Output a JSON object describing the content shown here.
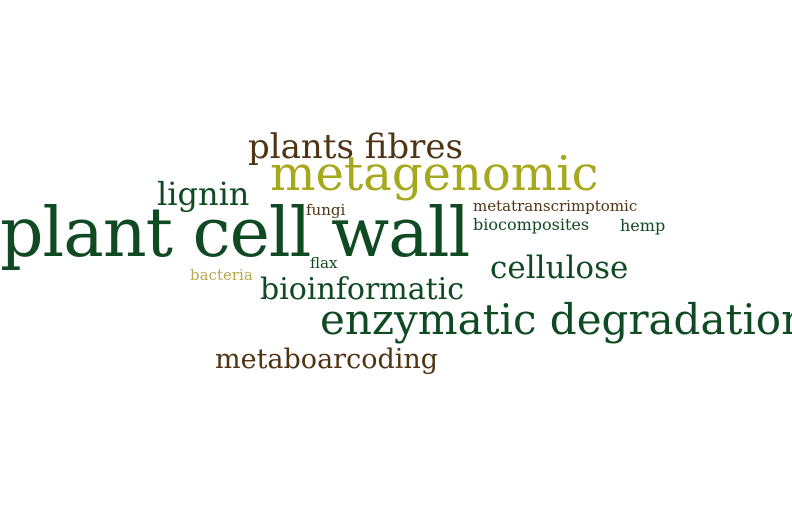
{
  "word_cloud": {
    "words": [
      {
        "text": "plant cell wall",
        "color": "#0f4a22"
      },
      {
        "text": "metagenomic",
        "color": "#a6a81e"
      },
      {
        "text": "plants fibres",
        "color": "#4f3414"
      },
      {
        "text": "lignin",
        "color": "#0f4a22"
      },
      {
        "text": "fungi",
        "color": "#4f3414"
      },
      {
        "text": "metatranscrimptomic",
        "color": "#4f3414"
      },
      {
        "text": "biocomposites",
        "color": "#0f4a22"
      },
      {
        "text": "hemp",
        "color": "#0f4a22"
      },
      {
        "text": "flax",
        "color": "#0f4a22"
      },
      {
        "text": "cellulose",
        "color": "#0f4a22"
      },
      {
        "text": "bacteria",
        "color": "#b8a84a"
      },
      {
        "text": "bioinformatic",
        "color": "#0f4a22"
      },
      {
        "text": "enzymatic degradation",
        "color": "#0f4a22"
      },
      {
        "text": "metaboarcoding",
        "color": "#4f3414"
      }
    ]
  }
}
